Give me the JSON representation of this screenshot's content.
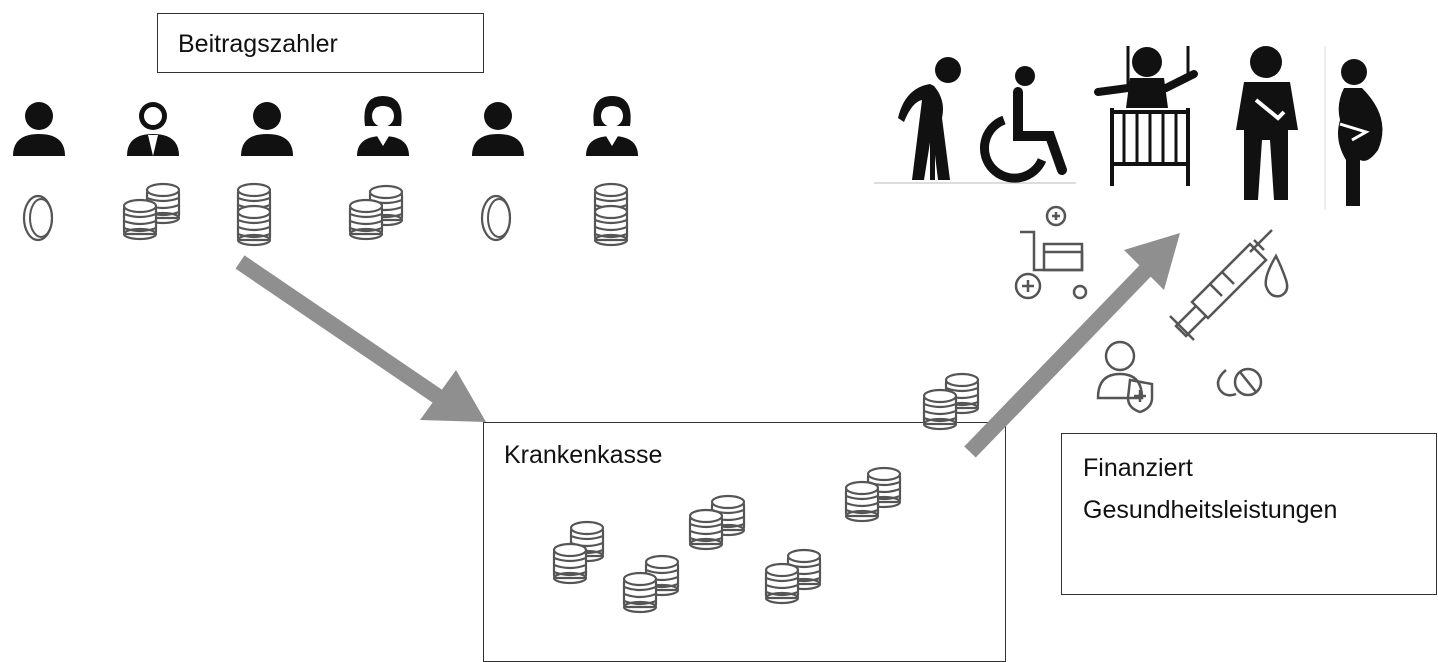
{
  "labels": {
    "payers": "Beitragszahler",
    "fund": "Krankenkasse",
    "funded_line1": "Finanziert",
    "funded_line2": "Gesundheitsleistungen"
  },
  "icons": {
    "payers": [
      "person-icon",
      "businessman-icon",
      "person-icon",
      "woman-icon",
      "person-icon",
      "woman-icon"
    ],
    "contributions": [
      "single-coin-icon",
      "coin-stack-icon",
      "coin-stack-icon",
      "coin-stack-icon",
      "single-coin-icon",
      "coin-stack-icon"
    ],
    "recipients": [
      "elderly-person-icon",
      "wheelchair-user-icon",
      "hospital-bed-patient-icon",
      "injured-arm-person-icon",
      "pregnant-woman-icon"
    ],
    "services": [
      "wheelchair-icon",
      "syringe-icon",
      "drop-icon",
      "doctor-icon",
      "pills-icon"
    ]
  },
  "colors": {
    "arrow": "#8f8f8f",
    "icon": "#111111",
    "line_icon": "#555555"
  }
}
